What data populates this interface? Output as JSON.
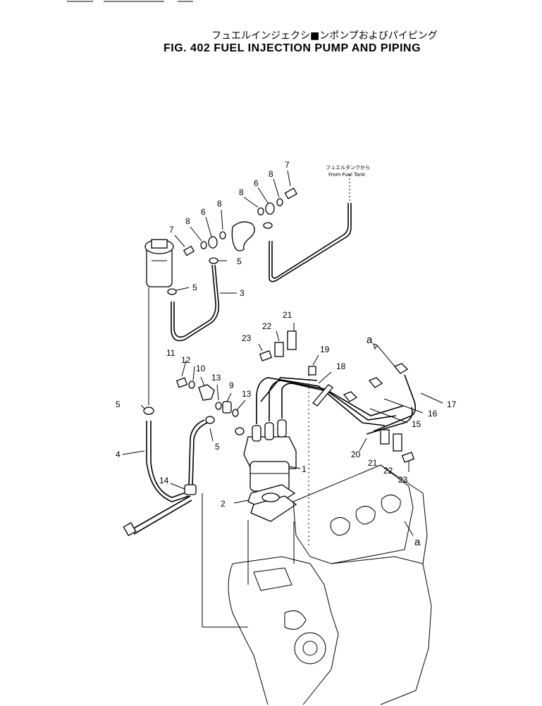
{
  "title": {
    "japanese": "フュエルインジェクシ■ンポンプおよびパイピング",
    "english": "FIG. 402  FUEL INJECTION PUMP AND PIPING"
  },
  "annotation": {
    "fuel_tank_jp": "フュエルタンクから",
    "fuel_tank_en": "From Fuel Tank"
  },
  "callouts": [
    {
      "id": "c7a",
      "label": "7"
    },
    {
      "id": "c8a",
      "label": "8"
    },
    {
      "id": "c6a",
      "label": "6"
    },
    {
      "id": "c8b",
      "label": "8"
    },
    {
      "id": "c7b",
      "label": "7"
    },
    {
      "id": "c8c",
      "label": "8"
    },
    {
      "id": "c6b",
      "label": "6"
    },
    {
      "id": "c8d",
      "label": "8"
    },
    {
      "id": "c5a",
      "label": "5"
    },
    {
      "id": "c5b",
      "label": "5"
    },
    {
      "id": "c3",
      "label": "3"
    },
    {
      "id": "c21a",
      "label": "21"
    },
    {
      "id": "c22a",
      "label": "22"
    },
    {
      "id": "c23a",
      "label": "23"
    },
    {
      "id": "c19",
      "label": "19"
    },
    {
      "id": "c18",
      "label": "18"
    },
    {
      "id": "ca1",
      "label": "a"
    },
    {
      "id": "c11",
      "label": "11"
    },
    {
      "id": "c12",
      "label": "12"
    },
    {
      "id": "c10",
      "label": "10"
    },
    {
      "id": "c13a",
      "label": "13"
    },
    {
      "id": "c9",
      "label": "9"
    },
    {
      "id": "c13b",
      "label": "13"
    },
    {
      "id": "c17",
      "label": "17"
    },
    {
      "id": "c16",
      "label": "16"
    },
    {
      "id": "c15",
      "label": "15"
    },
    {
      "id": "c5c",
      "label": "5"
    },
    {
      "id": "c5d",
      "label": "5"
    },
    {
      "id": "c4",
      "label": "4"
    },
    {
      "id": "c20",
      "label": "20"
    },
    {
      "id": "c21b",
      "label": "21"
    },
    {
      "id": "c22b",
      "label": "22"
    },
    {
      "id": "c23b",
      "label": "23"
    },
    {
      "id": "c1",
      "label": "1"
    },
    {
      "id": "c14",
      "label": "14"
    },
    {
      "id": "c2",
      "label": "2"
    },
    {
      "id": "ca2",
      "label": "a"
    }
  ]
}
